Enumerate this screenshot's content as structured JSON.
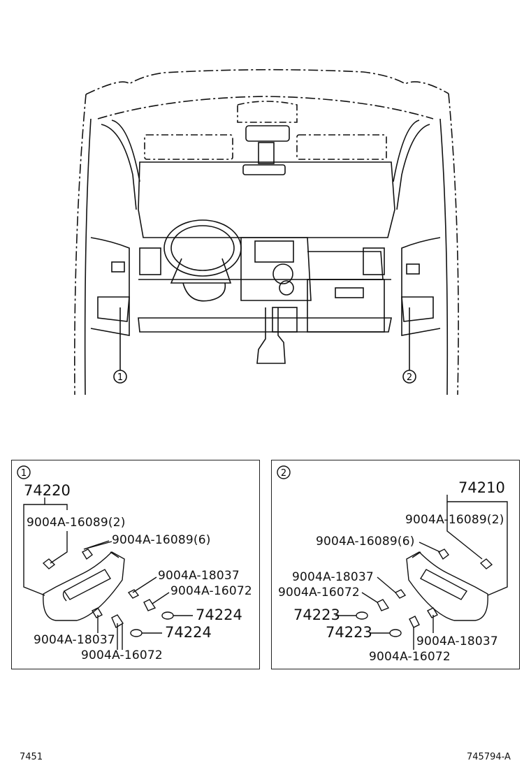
{
  "overview": {
    "callout_1": "1",
    "callout_2": "2"
  },
  "panel_left": {
    "marker": "1",
    "assembly": "74220",
    "labels": [
      "9004A-16089(2)",
      "9004A-16089(6)",
      "9004A-18037",
      "9004A-16072",
      "74224",
      "74224",
      "9004A-18037",
      "9004A-16072"
    ]
  },
  "panel_right": {
    "marker": "2",
    "assembly": "74210",
    "labels": [
      "9004A-16089(2)",
      "9004A-16089(6)",
      "9004A-18037",
      "9004A-16072",
      "74223",
      "74223",
      "9004A-18037",
      "9004A-16072"
    ]
  },
  "footer": {
    "left_code": "7451",
    "right_code": "745794-A"
  }
}
